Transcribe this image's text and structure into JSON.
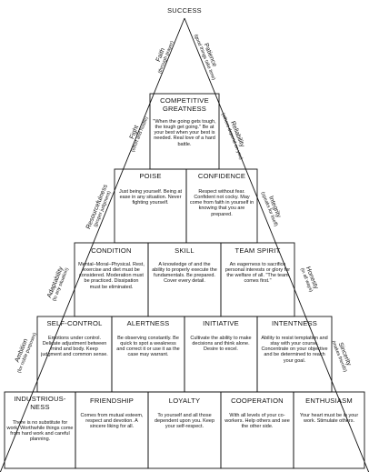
{
  "apex": "SUCCESS",
  "sides": {
    "faith": {
      "name": "Faith",
      "sub": "(through prayer)"
    },
    "patience": {
      "name": "Patience",
      "sub": "(good things take time)"
    },
    "fight": {
      "name": "Fight",
      "sub": "(effort and hustle)"
    },
    "reliability": {
      "name": "Reliability",
      "sub": "(others depend on you)"
    },
    "resourcefulness": {
      "name": "Resourcefulness",
      "sub": "(proper judgment)"
    },
    "integrity": {
      "name": "Integrity",
      "sub": "(speaks for itself)"
    },
    "adaptability": {
      "name": "Adaptability",
      "sub": "(to any situation)"
    },
    "honesty": {
      "name": "Honesty",
      "sub": "(in all ways)"
    },
    "ambition": {
      "name": "Ambition",
      "sub": "(for noble purposes)"
    },
    "sincerity": {
      "name": "Sincerity",
      "sub": "(makes friends)"
    }
  },
  "blocks": {
    "competitive_greatness": {
      "title": "COMPETITIVE GREATNESS",
      "body": "\"When the going gets tough, the tough get going.\" Be at your best when your best is needed. Real love of a hard battle."
    },
    "poise": {
      "title": "POISE",
      "body": "Just being yourself. Being at ease in any situation. Never fighting yourself."
    },
    "confidence": {
      "title": "CONFIDENCE",
      "body": "Respect without fear. Confident not cocky. May come from faith in yourself in knowing that you are prepared."
    },
    "condition": {
      "title": "CONDITION",
      "body": "Mental–Moral–Physical. Rest, exercise and diet must be considered. Moderation must be practiced. Dissipation must be eliminated."
    },
    "skill": {
      "title": "SKILL",
      "body": "A knowledge of and the ability to properly execute the fundamentals. Be prepared. Cover every detail."
    },
    "team_spirit": {
      "title": "TEAM SPIRIT",
      "body": "An eagerness to sacrifice personal interests or glory for the welfare of all. \"The team comes first.\""
    },
    "self_control": {
      "title": "SELF-CONTROL",
      "body": "Emotions under control. Delicate adjustment between mind and body. Keep judgment and common sense."
    },
    "alertness": {
      "title": "ALERTNESS",
      "body": "Be observing constantly. Be quick to spot a weakness and correct it or use it as the case may warrant."
    },
    "initiative": {
      "title": "INITIATIVE",
      "body": "Cultivate the ability to make decisions and think alone. Desire to excel."
    },
    "intentness": {
      "title": "INTENTNESS",
      "body": "Ability to resist temptation and stay with your course. Concentrate on your objective and be determined to reach your goal."
    },
    "industriousness": {
      "title": "INDUSTRIOUS-NESS",
      "body": "There is no substitute for work. Worthwhile things come from hard work and careful planning."
    },
    "friendship": {
      "title": "FRIENDSHIP",
      "body": "Comes from mutual esteem, respect and devotion. A sincere liking for all."
    },
    "loyalty": {
      "title": "LOYALTY",
      "body": "To yourself and all those dependent upon you. Keep your self-respect."
    },
    "cooperation": {
      "title": "COOPERATION",
      "body": "With all levels of your co-workers. Help others and see the other side."
    },
    "enthusiasm": {
      "title": "ENTHUSIASM",
      "body": "Your heart must be in your work. Stimulate others."
    }
  }
}
